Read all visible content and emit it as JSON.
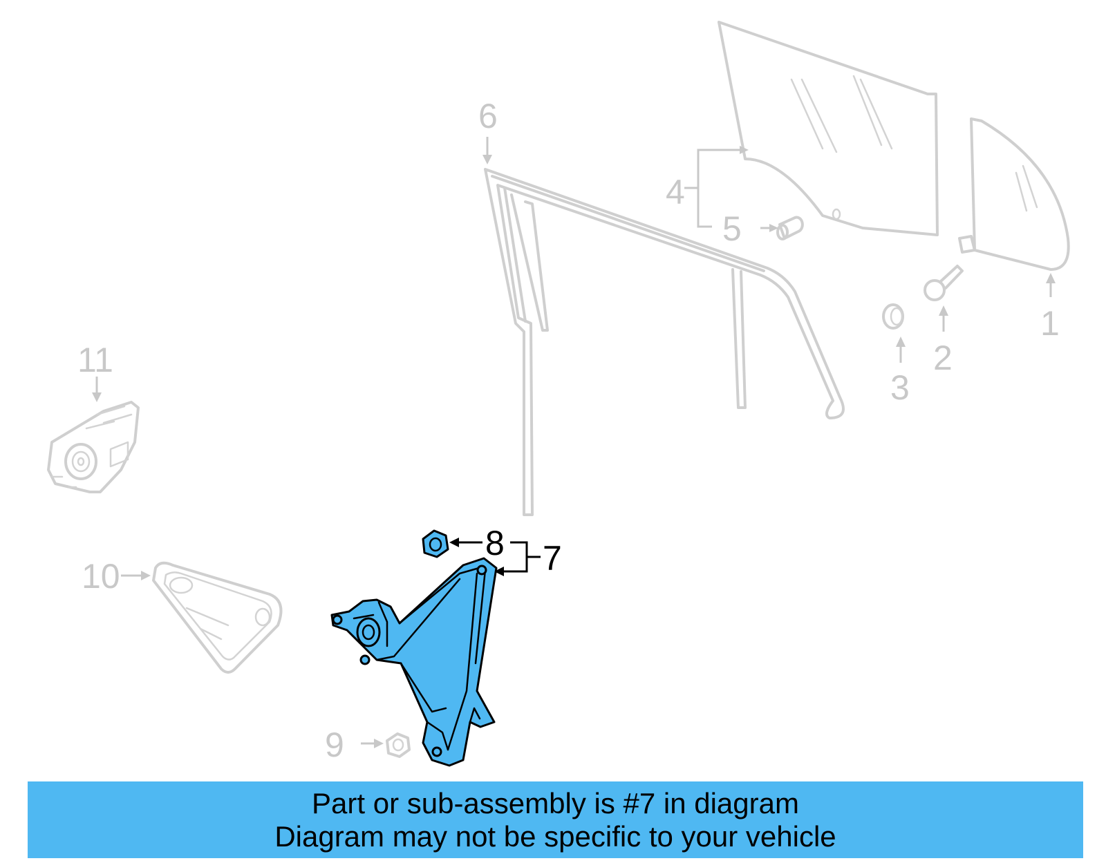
{
  "diagram": {
    "callouts": {
      "c1": "1",
      "c2": "2",
      "c3": "3",
      "c4": "4",
      "c5": "5",
      "c6": "6",
      "c7": "7",
      "c8": "8",
      "c9": "9",
      "c10": "10",
      "c11": "11"
    },
    "highlighted_part": "7",
    "colors": {
      "highlight": "#4fb8f2",
      "muted": "#c8c8c8",
      "banner": "#4fb8f2"
    }
  },
  "banner": {
    "line1": "Part or sub-assembly is #7 in diagram",
    "line2": "Diagram may not be specific to your vehicle"
  }
}
